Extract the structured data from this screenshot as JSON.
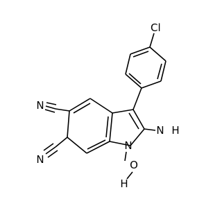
{
  "molecule": {
    "labels": {
      "chlorine": "Cl",
      "amine_n": "N",
      "amine_h": "H",
      "ring_n": "N",
      "hydroxyl_o": "O",
      "hydroxyl_h": "H",
      "nitrile_n_top": "N",
      "nitrile_n_bottom": "N"
    },
    "colors": {
      "bond": "#000000",
      "label": "#000000",
      "background": "#ffffff"
    }
  }
}
